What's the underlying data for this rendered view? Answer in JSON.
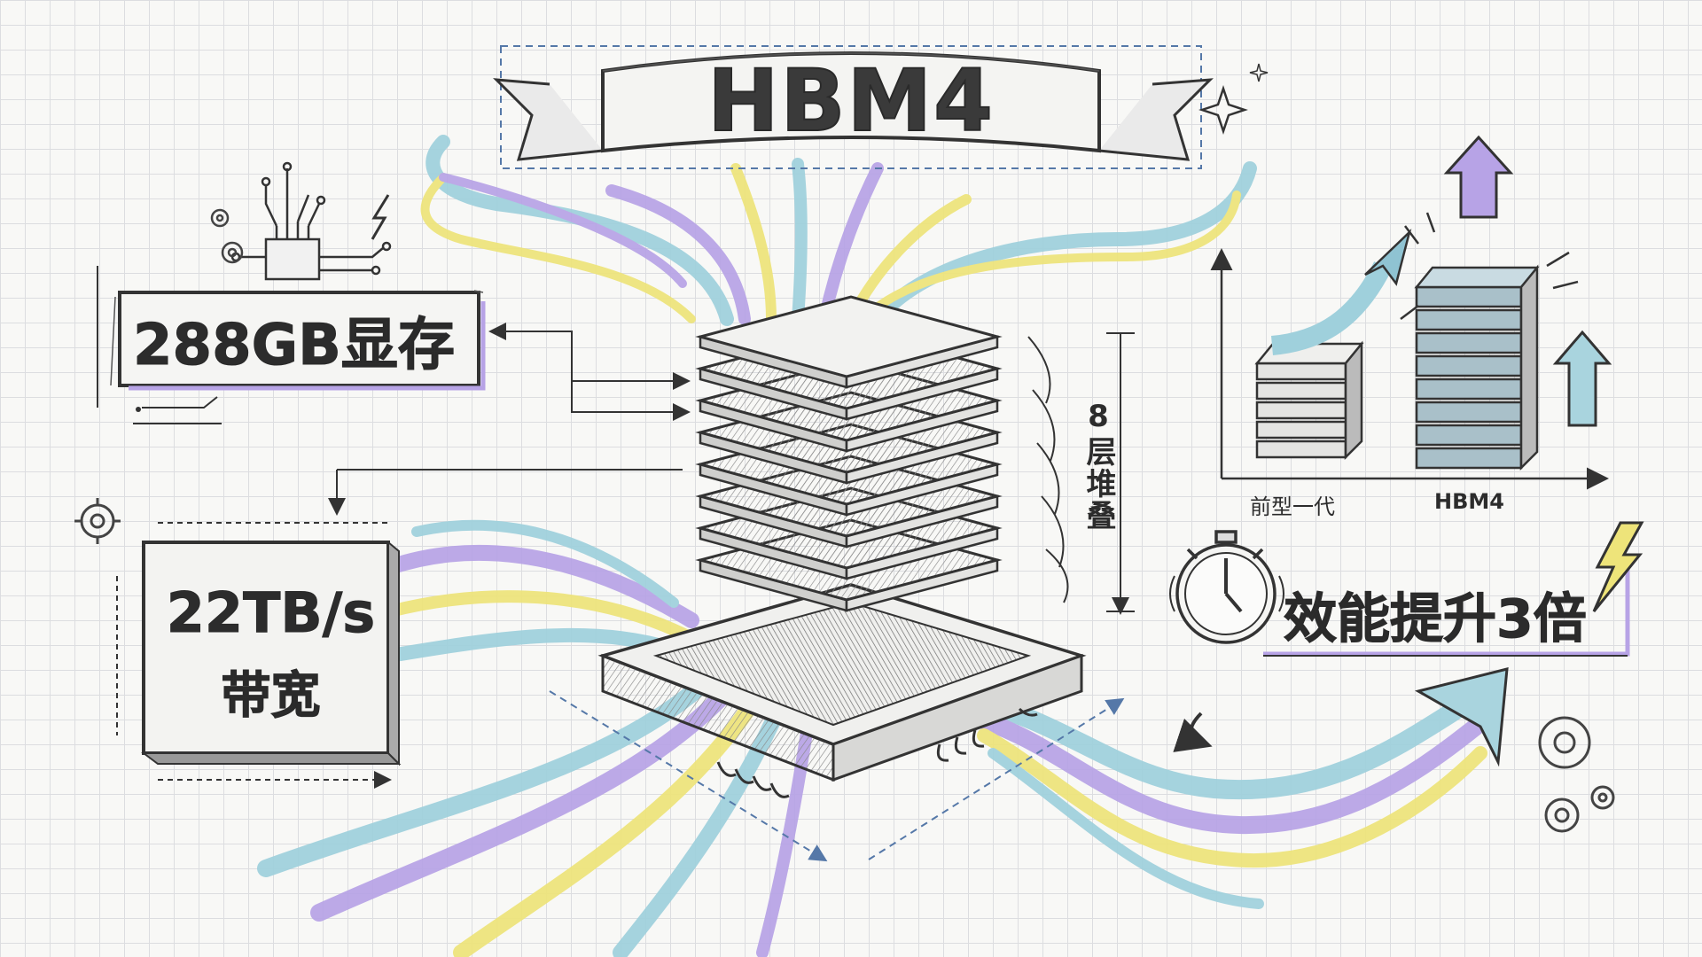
{
  "title": "HBM4",
  "memory": {
    "label": "288GB显存"
  },
  "bandwidth": {
    "value": "22TB/s",
    "unit": "带宽"
  },
  "stack": {
    "label": "8层堆叠",
    "layer_count": 8
  },
  "comparison": {
    "labels": [
      "前型一代",
      "HBM4"
    ],
    "layer_counts": [
      5,
      8
    ]
  },
  "efficiency": {
    "label": "效能提升3倍"
  },
  "colors": {
    "teal": "#9fd0dc",
    "lavender": "#b7a3e6",
    "yellow": "#eee47a",
    "ink": "#2c2c2c",
    "blue_dashed": "#5578a8"
  },
  "icons": [
    "chip-icon",
    "gear-icon",
    "lightning-icon",
    "stopwatch-icon",
    "sparkle-icon",
    "arrow-up-icon"
  ]
}
